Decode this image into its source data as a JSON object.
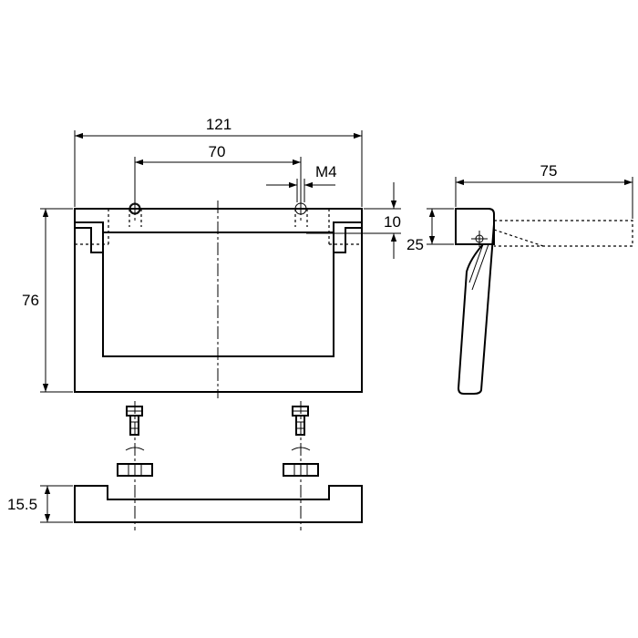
{
  "dimensions": {
    "overall_width": "121",
    "hole_spacing": "70",
    "thread": "M4",
    "hole_offset": "10",
    "side_height": "25",
    "overall_height": "76",
    "projection": "75",
    "base_height": "15.5"
  }
}
